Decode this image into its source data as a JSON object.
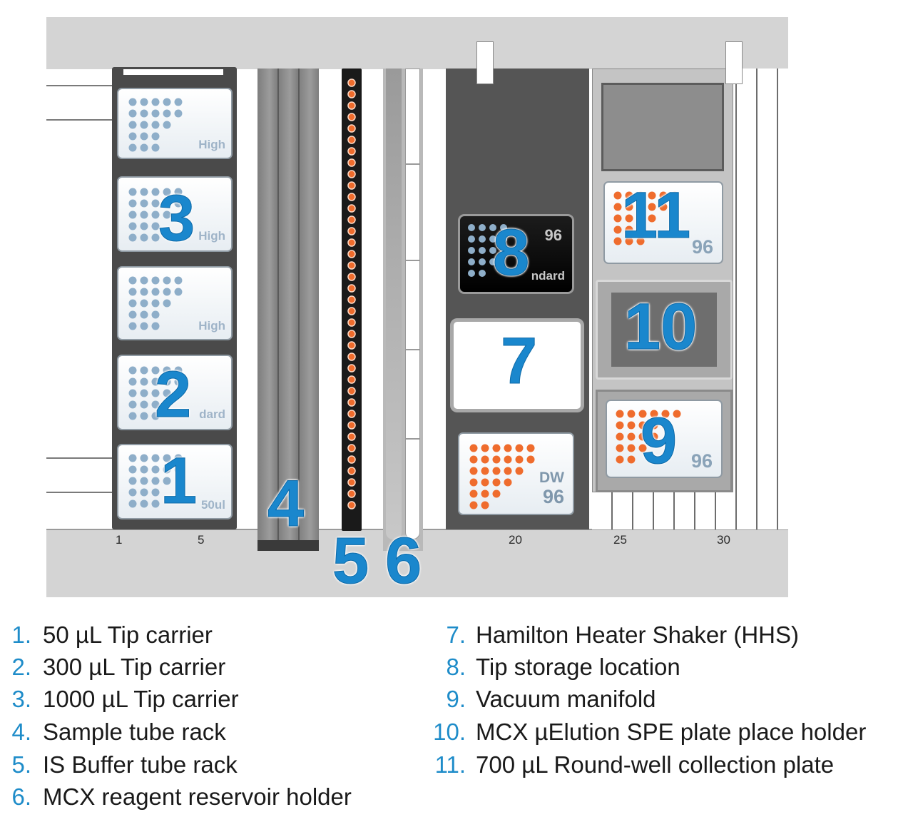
{
  "colors": {
    "number_blue": "#1a87cd",
    "tip_dot_blue": "#8eaec9",
    "well_dot_orange": "#ef6c2d",
    "deck_gray": "#d4d4d4"
  },
  "deck": {
    "plate_labels": {
      "p_high_a": "High",
      "p_high_b": "High",
      "p_high_c": "High",
      "p_standard": "dard",
      "p_50ul": "50ul",
      "p_tipstore_top": "96",
      "p_tipstore_bot": "ndard",
      "p_dw_top": "DW",
      "p_dw_bot": "96",
      "p_11": "96",
      "p_9": "96"
    },
    "position_numbers": {
      "n1": "1",
      "n2": "2",
      "n3": "3",
      "n4": "4",
      "n5": "5",
      "n6": "6",
      "n7": "7",
      "n8": "8",
      "n9": "9",
      "n10": "10",
      "n11": "11"
    },
    "ruler": {
      "r1": "1",
      "r5": "5",
      "r20": "20",
      "r25": "25",
      "r30": "30"
    }
  },
  "legend": [
    {
      "num": "1.",
      "text": "50 µL Tip carrier"
    },
    {
      "num": "2.",
      "text": "300 µL Tip carrier"
    },
    {
      "num": "3.",
      "text": "1000 µL Tip carrier"
    },
    {
      "num": "4.",
      "text": "Sample tube rack"
    },
    {
      "num": "5.",
      "text": "IS Buffer tube rack"
    },
    {
      "num": "6.",
      "text": "MCX reagent reservoir holder"
    },
    {
      "num": "7.",
      "text": "Hamilton Heater Shaker (HHS)"
    },
    {
      "num": "8.",
      "text": "Tip storage location"
    },
    {
      "num": "9.",
      "text": "Vacuum manifold"
    },
    {
      "num": "10.",
      "text": "MCX µElution SPE plate place holder"
    },
    {
      "num": "11.",
      "text": "700 µL Round-well collection plate"
    }
  ]
}
